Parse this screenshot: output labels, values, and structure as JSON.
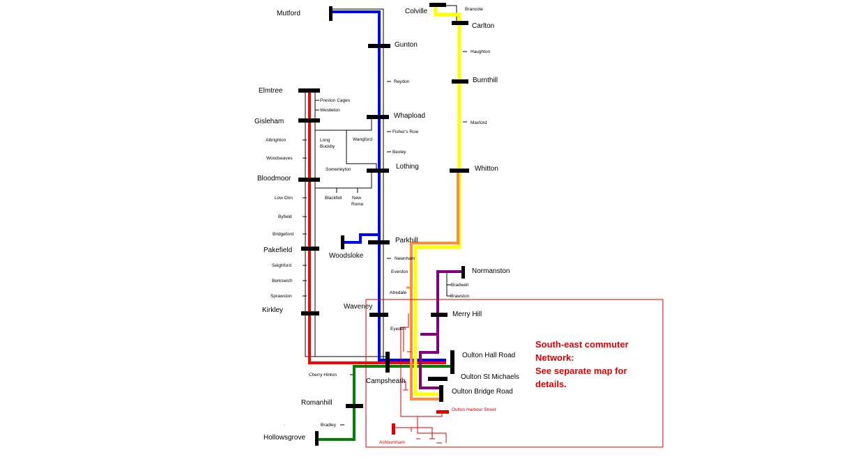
{
  "colors": {
    "red": "#ff0000",
    "blue": "#0000ff",
    "green": "#008000",
    "yellow": "#ffff00",
    "orange": "#ff8c40",
    "purple": "#800080",
    "station_bar": "#000000",
    "thin_line": "#000000",
    "inset_border": "#e00000"
  },
  "inset_note": {
    "line1": "South-east commuter",
    "line2": "Network:",
    "line3": "See separate map for",
    "line4": "details."
  },
  "stations": {
    "mutford": "Mutford",
    "gunton": "Gunton",
    "reydon": "Reydon",
    "whapload": "Whapload",
    "fishers_row": "Fisher's Row",
    "bexley": "Bexley",
    "lothing": "Lothing",
    "parkhill": "Parkhill",
    "woodsloke": "Woodsloke",
    "newnham": "Newnham",
    "everdon": "Everdon",
    "atredale": "Atredale",
    "waveney": "Waveney",
    "eyedon": "Eyedon",
    "campsheath": "Campsheath",
    "colville": "Colville",
    "brancote": "Brancote",
    "carlton": "Carlton",
    "haughton": "Haughton",
    "burnthill": "Burnthill",
    "maxford": "Maxford",
    "whitton": "Whitton",
    "normanston": "Normanston",
    "bradwell": "Bradwell",
    "brawston": "Brawston",
    "merry_hill": "Merry Hill",
    "oulton_hall_road": "Oulton Hall Road",
    "oulton_st_michaels": "Oulton St Michaels",
    "oulton_bridge_road": "Oulton Bridge Road",
    "oulton_harbour_street": "Oulton Harbour Street",
    "ashburnham": "Ashburnham",
    "elmtree": "Elmtree",
    "preston_cages": "Preston Cages",
    "westleton": "Westleton",
    "gisleham": "Gisleham",
    "albrighton": "Albrighton",
    "woodseaves": "Woodseaves",
    "bloodmoor": "Bloodmoor",
    "low_onn": "Low Onn",
    "byfield": "Byfield",
    "bridgeford": "Bridgeford",
    "pakefield": "Pakefield",
    "seighford": "Seighford",
    "berkswich": "Berkswich",
    "sprawston": "Sprawston",
    "kirkley": "Kirkley",
    "long_buckby": "Long Buckby",
    "wangford": "Wangford",
    "somerleyton": "Somerleyton",
    "blackfell": "Blackfell",
    "new_rome": "New Rome",
    "cherry_hinton": "Cherry Hinton",
    "romanhill": "Romanhill",
    "bradley": "Bradley",
    "hollowsgrove": "Hollowsgrove",
    "dot": "."
  }
}
